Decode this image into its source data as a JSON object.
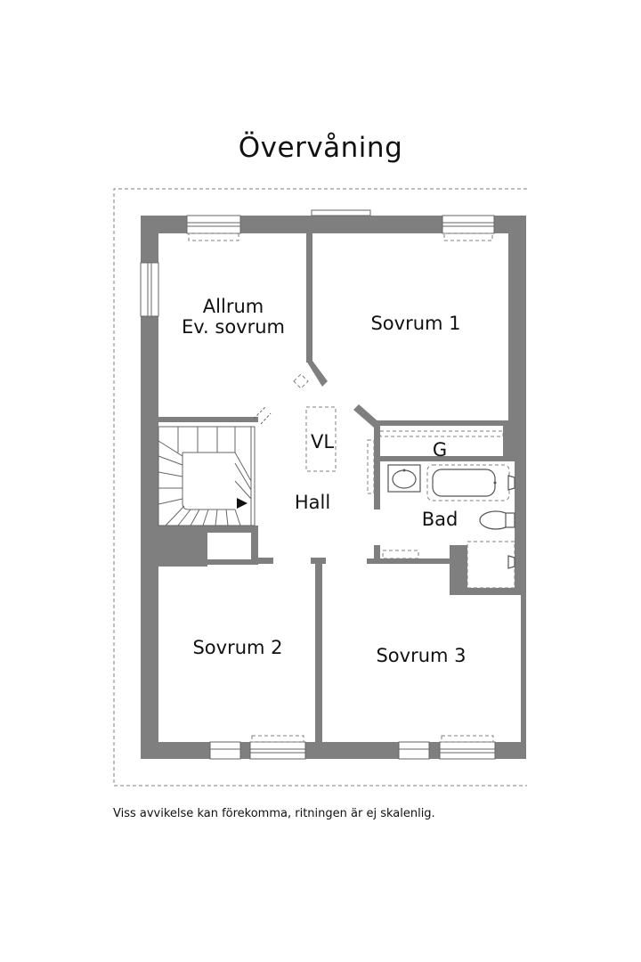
{
  "title": "Övervåning",
  "disclaimer": "Viss avvikelse kan förekomma, ritningen är ej skalenlig.",
  "rooms": {
    "allrum_line1": "Allrum",
    "allrum_line2": "Ev. sovrum",
    "sovrum1": "Sovrum 1",
    "vl": "VL",
    "g": "G",
    "hall": "Hall",
    "bad": "Bad",
    "sovrum2": "Sovrum 2",
    "sovrum3": "Sovrum 3"
  },
  "colors": {
    "wall": "#7f7f80",
    "background": "#ffffff",
    "text": "#111111"
  }
}
